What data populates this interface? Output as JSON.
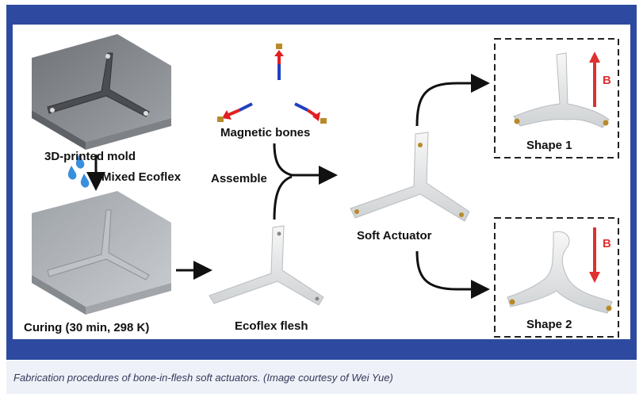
{
  "labels": {
    "mold": "3D-printed mold",
    "mixed": "Mixed Ecoflex",
    "curing": "Curing (30 min, 298 K)",
    "magnetic_bones": "Magnetic bones",
    "assemble": "Assemble",
    "ecoflex_flesh": "Ecoflex flesh",
    "soft_actuator": "Soft Actuator",
    "shape1": "Shape 1",
    "shape2": "Shape 2",
    "field_up": "B",
    "field_down": "B"
  },
  "caption": "Fabrication procedures of bone-in-flesh soft actuators. (Image courtesy of Wei Yue)",
  "colors": {
    "frame": "#2e4aa0",
    "caption_bg": "#eef1f7",
    "field_arrow": "#e03030",
    "bone_red": "#e02020",
    "bone_blue": "#2040c0",
    "water_drop": "#3a8fdc"
  }
}
